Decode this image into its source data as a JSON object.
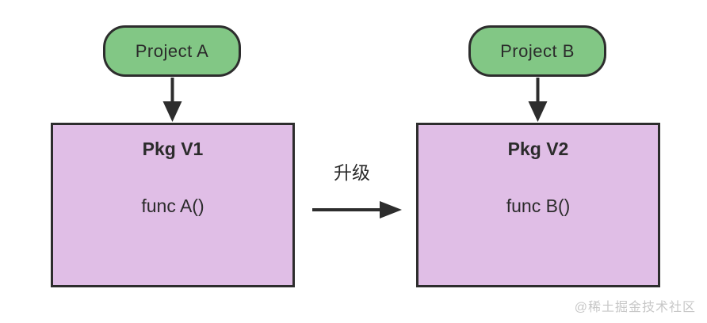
{
  "diagram": {
    "nodes": {
      "project_a": {
        "label": "Project A",
        "shape": "rounded-pill",
        "fill": "#82c785",
        "border": "#2d2d2d"
      },
      "project_b": {
        "label": "Project B",
        "shape": "rounded-pill",
        "fill": "#82c785",
        "border": "#2d2d2d"
      },
      "pkg_v1": {
        "title": "Pkg V1",
        "body": "func A()",
        "shape": "rectangle",
        "fill": "#e0bee6",
        "border": "#2d2d2d"
      },
      "pkg_v2": {
        "title": "Pkg V2",
        "body": "func B()",
        "shape": "rectangle",
        "fill": "#e0bee6",
        "border": "#2d2d2d"
      }
    },
    "edges": {
      "a_to_v1": {
        "from": "project_a",
        "to": "pkg_v1",
        "direction": "down",
        "label": ""
      },
      "b_to_v2": {
        "from": "project_b",
        "to": "pkg_v2",
        "direction": "down",
        "label": ""
      },
      "upgrade": {
        "from": "pkg_v1",
        "to": "pkg_v2",
        "direction": "right",
        "label": "升级"
      }
    },
    "colors": {
      "background": "#ffffff",
      "arrow": "#2d2d2d",
      "text": "#2b2b2b",
      "watermark_text": "#c7c7c7"
    },
    "watermark": "@稀土掘金技术社区"
  }
}
